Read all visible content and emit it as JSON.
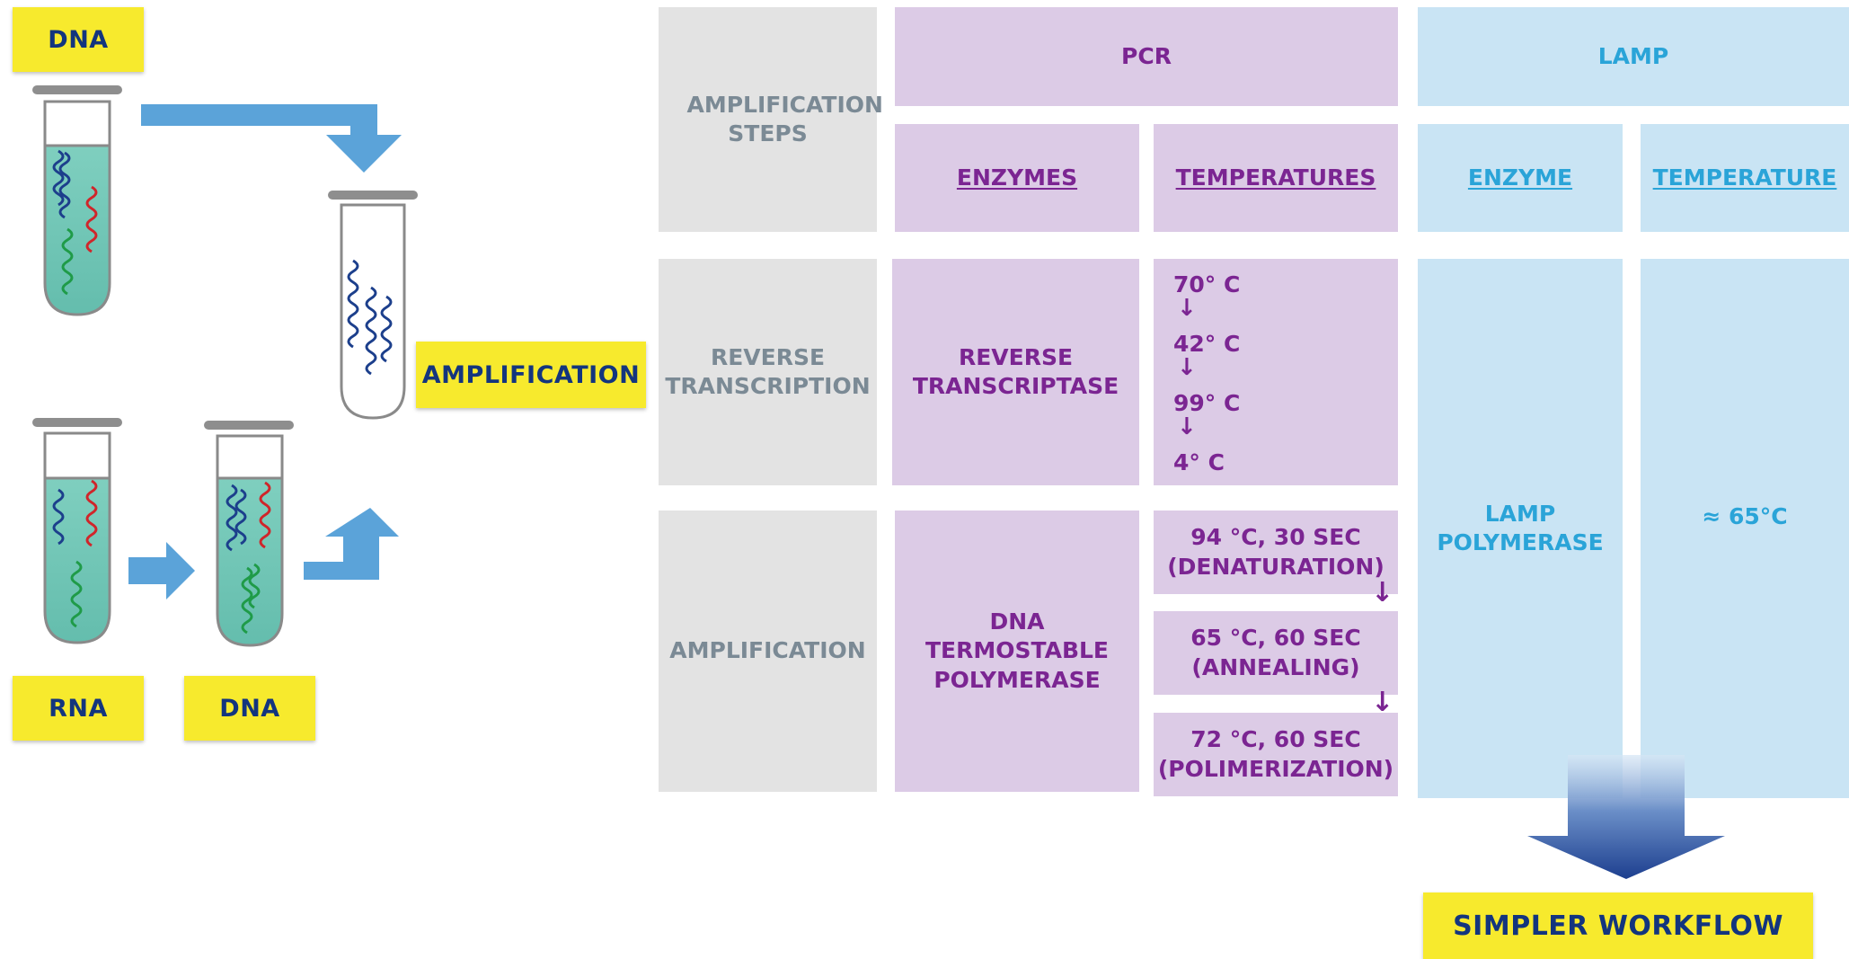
{
  "left": {
    "dna_top_label": "DNA",
    "amplification_label": "AMPLIFICATION",
    "rna_label": "RNA",
    "dna_bottom_label": "DNA"
  },
  "table": {
    "header": {
      "steps": "AMPLIFICATION STEPS",
      "pcr": "PCR",
      "lamp": "LAMP",
      "pcr_enzymes": "ENZYMES",
      "pcr_temperatures": "TEMPERATURES",
      "lamp_enzyme": "ENZYME",
      "lamp_temperature": "TEMPERATURE"
    },
    "rt_row": {
      "step": "REVERSE TRANSCRIPTION",
      "enzyme": "REVERSE TRANSCRIPTASE",
      "temps": [
        "70° C",
        "42° C",
        "99° C",
        "4° C"
      ]
    },
    "amp_row": {
      "step": "AMPLIFICATION",
      "enzyme": "DNA TERMOSTABLE POLYMERASE",
      "cycle": [
        {
          "line1": "94 °C, 30 SEC",
          "line2": "(DENATURATION)"
        },
        {
          "line1": "65 °C, 60 SEC",
          "line2": "(ANNEALING)"
        },
        {
          "line1": "72 °C, 60 SEC",
          "line2": "(POLIMERIZATION)"
        }
      ]
    },
    "lamp_enzyme": "LAMP POLYMERASE",
    "lamp_temp": "≈ 65°C"
  },
  "result": "SIMPLER WORKFLOW",
  "colors": {
    "yellow": "#f7ea2d",
    "navy": "#13357e",
    "purple": "#7b2592",
    "lamp_blue": "#2aa4d8",
    "arrow_blue": "#5ba3d9",
    "liquid": "#72c7b8"
  }
}
